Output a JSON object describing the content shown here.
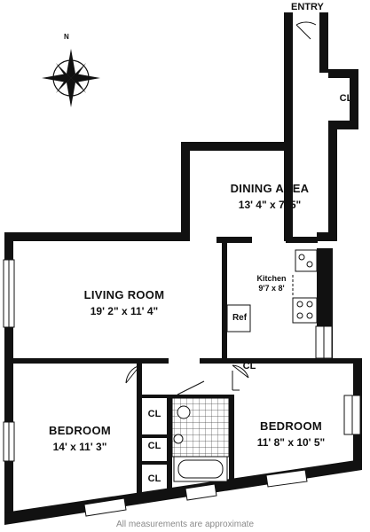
{
  "entry_label": "ENTRY",
  "compass_label": "N",
  "rooms": {
    "dining": {
      "name": "DINING AREA",
      "dim": "13' 4\" x 7' 5\""
    },
    "kitchen": {
      "name": "Kitchen",
      "dim": "9'7 x 8'"
    },
    "living": {
      "name": "LIVING ROOM",
      "dim": "19' 2\" x 11' 4\""
    },
    "bedroom_left": {
      "name": "BEDROOM",
      "dim": "14' x 11' 3\""
    },
    "bedroom_right": {
      "name": "BEDROOM",
      "dim": "11' 8\" x 10' 5\""
    }
  },
  "tags": {
    "closet": "CL",
    "refrigerator": "Ref"
  },
  "disclaimer": "All measurements are approximate"
}
